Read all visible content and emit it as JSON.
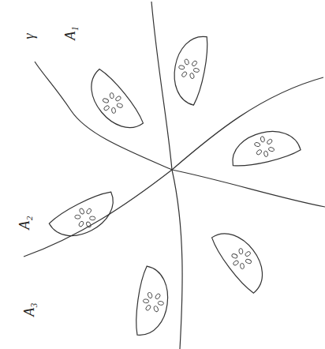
{
  "diagram": {
    "labels": [
      "γ",
      "A₁",
      "A₂",
      "A₃"
    ]
  }
}
